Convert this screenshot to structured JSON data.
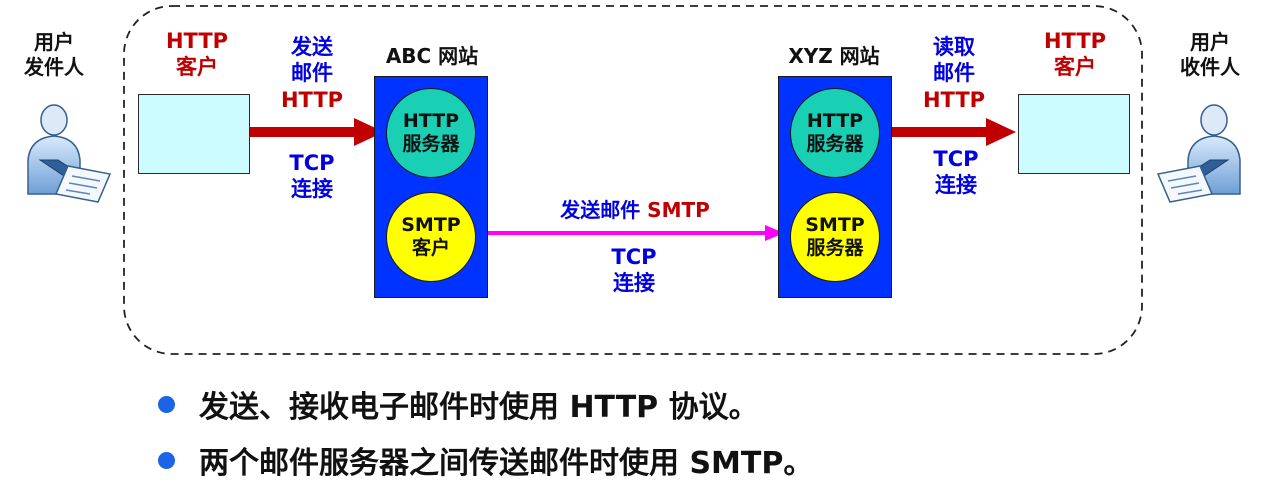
{
  "users": {
    "sender": [
      "用户",
      "发件人"
    ],
    "receiver": [
      "用户",
      "收件人"
    ]
  },
  "clients": {
    "left": [
      "HTTP",
      "客户"
    ],
    "right": [
      "HTTP",
      "客户"
    ]
  },
  "sites": {
    "abc": "ABC 网站",
    "xyz": "XYZ 网站"
  },
  "nodes": {
    "abc_http": [
      "HTTP",
      "服务器"
    ],
    "abc_smtp": [
      "SMTP",
      "客户"
    ],
    "xyz_http": [
      "HTTP",
      "服务器"
    ],
    "xyz_smtp": [
      "SMTP",
      "服务器"
    ]
  },
  "links": {
    "send": {
      "lines": [
        "发送",
        "邮件"
      ],
      "protocol": "HTTP",
      "conn": [
        "TCP",
        "连接"
      ]
    },
    "smtp": {
      "label": "发送邮件",
      "protocol": "SMTP",
      "conn": [
        "TCP",
        "连接"
      ]
    },
    "read": {
      "lines": [
        "读取",
        "邮件"
      ],
      "protocol": "HTTP",
      "conn": [
        "TCP",
        "连接"
      ]
    }
  },
  "bullets": [
    "发送、接收电子邮件时使用 HTTP 协议。",
    "两个邮件服务器之间传送邮件时使用 SMTP。"
  ],
  "colors": {
    "http_arrow": "#c00000",
    "smtp_arrow": "#ff00ff",
    "site_box": "#0033ff",
    "client_box": "#ccfcff",
    "http_server": "#19cfb4",
    "smtp_node": "#ffff00",
    "bullet": "#1a64e6"
  },
  "icons": [
    "person-at-laptop-icon",
    "person-at-laptop-icon"
  ]
}
